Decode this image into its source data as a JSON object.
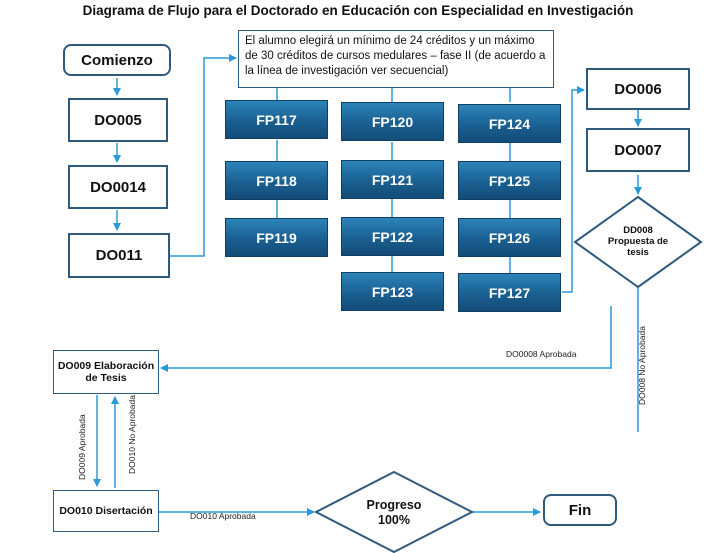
{
  "title": "Diagrama de Flujo para el Doctorado en Educación con Especialidad en Investigación",
  "nodes": {
    "comienzo": "Comienzo",
    "do005": "DO005",
    "do0014": "DO0014",
    "do011": "DO011",
    "note": "El alumno elegirá un mínimo de 24 créditos y un máximo de 30 créditos de cursos medulares – fase II (de acuerdo a la línea de investigación ver secuencial)",
    "fp117": "FP117",
    "fp118": "FP118",
    "fp119": "FP119",
    "fp120": "FP120",
    "fp121": "FP121",
    "fp122": "FP122",
    "fp123": "FP123",
    "fp124": "FP124",
    "fp125": "FP125",
    "fp126": "FP126",
    "fp127": "FP127",
    "do006": "DO006",
    "do007": "DO007",
    "dd008": "DD008 Propuesta de tesis",
    "do009": "DO009 Elaboración de Tesis",
    "do010": "DO010 Disertación",
    "progreso": "Progreso 100%",
    "fin": "Fin"
  },
  "edge_labels": {
    "do0008_aprobada": "DO0008 Aprobada",
    "do008_no_aprobada": "DO008 No Aprobada",
    "do009_aprobada": "DO009 Aprobada",
    "do010_no_aprobada": "DO010 No Aprobada",
    "do010_aprobada": "DO010 Aprobada"
  },
  "colors": {
    "arrow": "#2a9ad6",
    "line": "#2a9ad6",
    "box_border": "#2e5a7e",
    "fp_fill_top": "#2c84b8",
    "fp_fill_bottom": "#134c77",
    "diamond_border": "#2e5a7e"
  }
}
